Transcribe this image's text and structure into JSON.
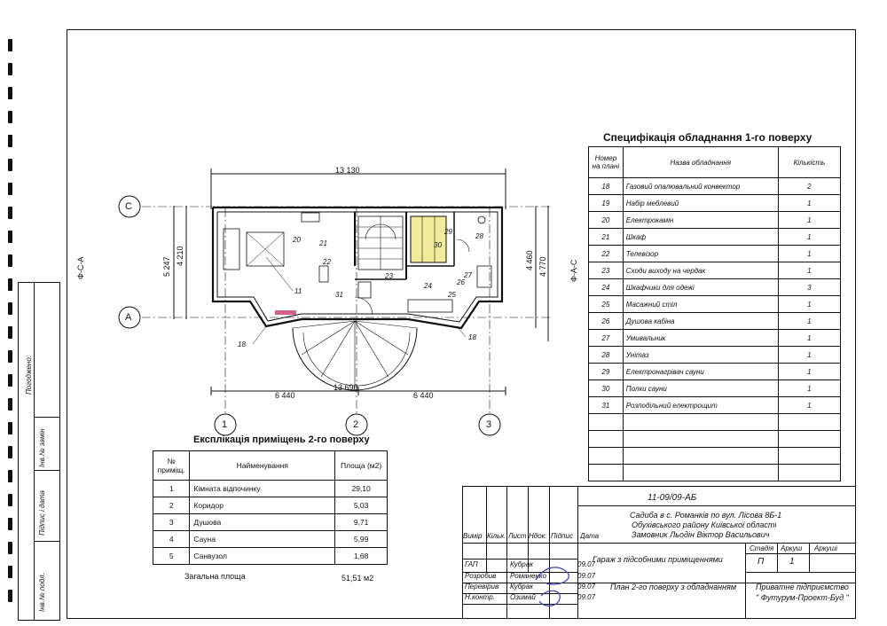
{
  "specification": {
    "title": "Специфікація обладнання 1-го поверху",
    "headers": [
      "Номер на плані",
      "Назва обладнання",
      "Кількість"
    ],
    "rows": [
      [
        "18",
        "Газовий опалювальний конвектор",
        "2"
      ],
      [
        "19",
        "Набір меблевий",
        "1"
      ],
      [
        "20",
        "Електрокамін",
        "1"
      ],
      [
        "21",
        "Шкаф",
        "1"
      ],
      [
        "22",
        "Телевізор",
        "1"
      ],
      [
        "23",
        "Сходи виходу на чердак",
        "1"
      ],
      [
        "24",
        "Шкафчики для одежі",
        "3"
      ],
      [
        "25",
        "Масажний стіл",
        "1"
      ],
      [
        "26",
        "Душова кабіна",
        "1"
      ],
      [
        "27",
        "Умивальник",
        "1"
      ],
      [
        "28",
        "Унітаз",
        "1"
      ],
      [
        "29",
        "Електронагрівач сауни",
        "1"
      ],
      [
        "30",
        "Полки сауни",
        "1"
      ],
      [
        "31",
        "Розподільний електрощит",
        "1"
      ]
    ]
  },
  "explication": {
    "title": "Експлікація приміщень 2-го поверху",
    "headers": [
      "№ приміщ.",
      "Найменування",
      "Площа (м2)"
    ],
    "rows": [
      [
        "1",
        "Кімната відпочинку",
        "29,10"
      ],
      [
        "2",
        "Коридор",
        "5,03"
      ],
      [
        "3",
        "Душова",
        "9,71"
      ],
      [
        "4",
        "Сауна",
        "5,99"
      ],
      [
        "5",
        "Санвузол",
        "1,68"
      ]
    ],
    "total_label": "Загальна площа",
    "total_value": "51,51 м2"
  },
  "plan": {
    "dim_top": "13 130",
    "dim_bottom": "13 690",
    "dim_left_a": "6 440",
    "dim_left_b": "6 440",
    "dim_v1": "5 247",
    "dim_v2": "4 210",
    "dim_v3": "4 460",
    "dim_v4": "4 770",
    "axis_c": "С",
    "axis_a": "А",
    "axis_1": "1",
    "axis_2": "2",
    "axis_3": "3",
    "section_left": "Ф-С-А",
    "section_right": "Ф-А-С",
    "tags": [
      "11",
      "18",
      "18",
      "20",
      "21",
      "22",
      "23",
      "24",
      "25",
      "26",
      "27",
      "28",
      "29",
      "30",
      "31"
    ]
  },
  "stamp": {
    "code": "11-09/09-АБ",
    "address_1": "Садиба в с. Романків по вул. Лісова 8Б-1",
    "address_2": "Обухівського району Київської області",
    "address_3": "Замовник Льодін Віктор Васильович",
    "col_headers": [
      "Вимір",
      "Кільк.",
      "Лист",
      "Ндок.",
      "Підпис",
      "Дата"
    ],
    "stage_headers": [
      "Стадія",
      "Аркуш",
      "Аркуші"
    ],
    "stage_value": "П",
    "sheet_value": "1",
    "object": "Гараж з підсобними приміщеннями",
    "sheet_title": "План 2-го поверху з обладнанням",
    "org_1": "Приватне підприємство",
    "org_2": "\" Футурум-Проект-Буд \"",
    "people": [
      [
        "ГАП",
        "Кубрак",
        "09.07"
      ],
      [
        "Розробив",
        "Романенко",
        "09.07"
      ],
      [
        "Перевірив",
        "Кубрак",
        "09.07"
      ],
      [
        "Н.контр.",
        "Озимай",
        "09.07"
      ]
    ]
  },
  "side_labels": [
    "Погоджено:",
    "Інв.№ замін",
    "Підпис і дата",
    "Інв.№ подл."
  ]
}
